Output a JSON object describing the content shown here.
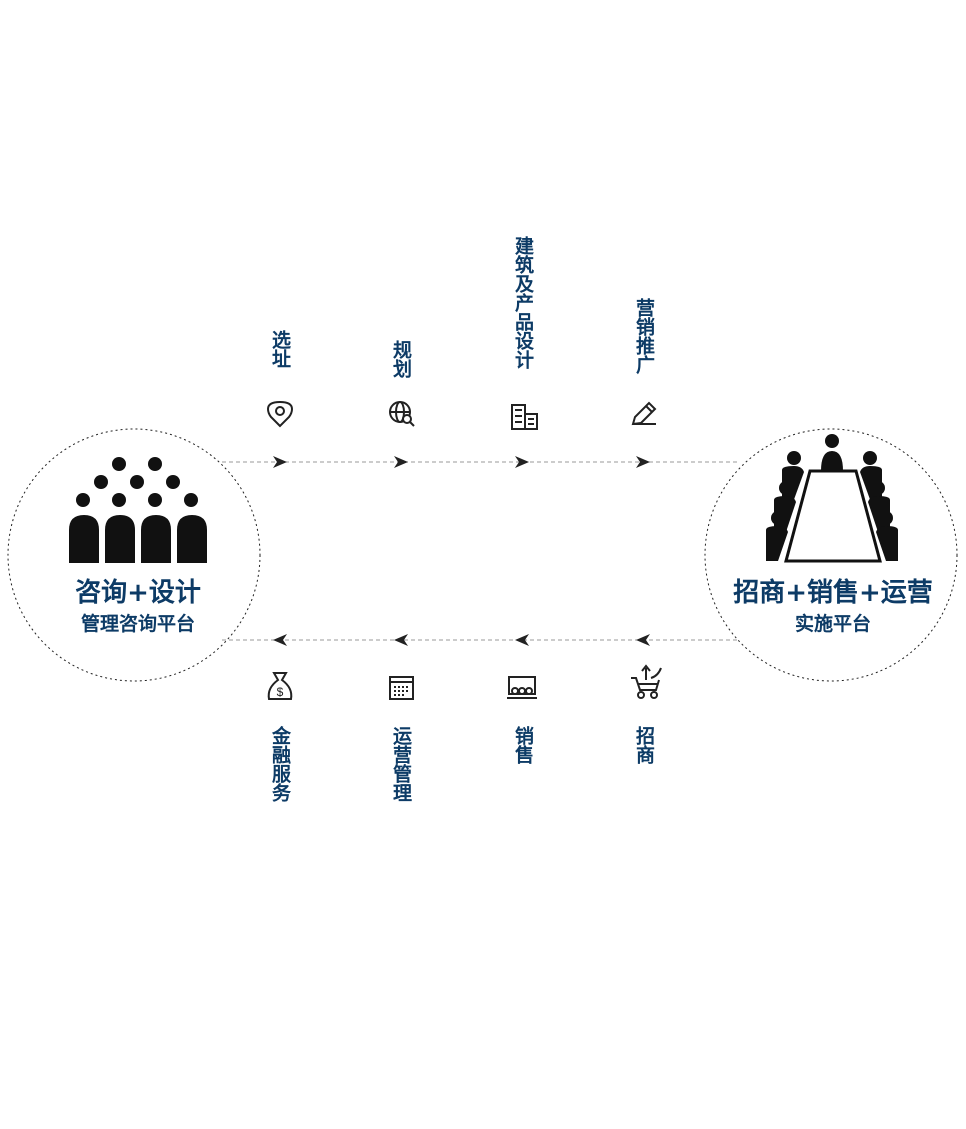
{
  "left_hub": {
    "title": "咨询+设计",
    "subtitle": "管理咨询平台",
    "icon": "group-of-people-icon"
  },
  "right_hub": {
    "title": "招商+销售+运营",
    "subtitle": "实施平台",
    "icon": "meeting-table-icon"
  },
  "top_steps": [
    {
      "label": "选址",
      "icon": "location-pin-icon"
    },
    {
      "label": "规划",
      "icon": "globe-search-icon"
    },
    {
      "label": "建筑及产品设计",
      "icon": "building-icon"
    },
    {
      "label": "营销推广",
      "icon": "pencil-icon"
    }
  ],
  "bottom_steps": [
    {
      "label": "招商",
      "icon": "shopping-cart-upload-icon"
    },
    {
      "label": "销售",
      "icon": "presentation-icon"
    },
    {
      "label": "运营管理",
      "icon": "calendar-icon"
    },
    {
      "label": "金融服务",
      "icon": "money-bag-icon"
    }
  ],
  "colors": {
    "text": "#0d3b66",
    "icon": "#222222",
    "line": "#9a9a9a"
  }
}
